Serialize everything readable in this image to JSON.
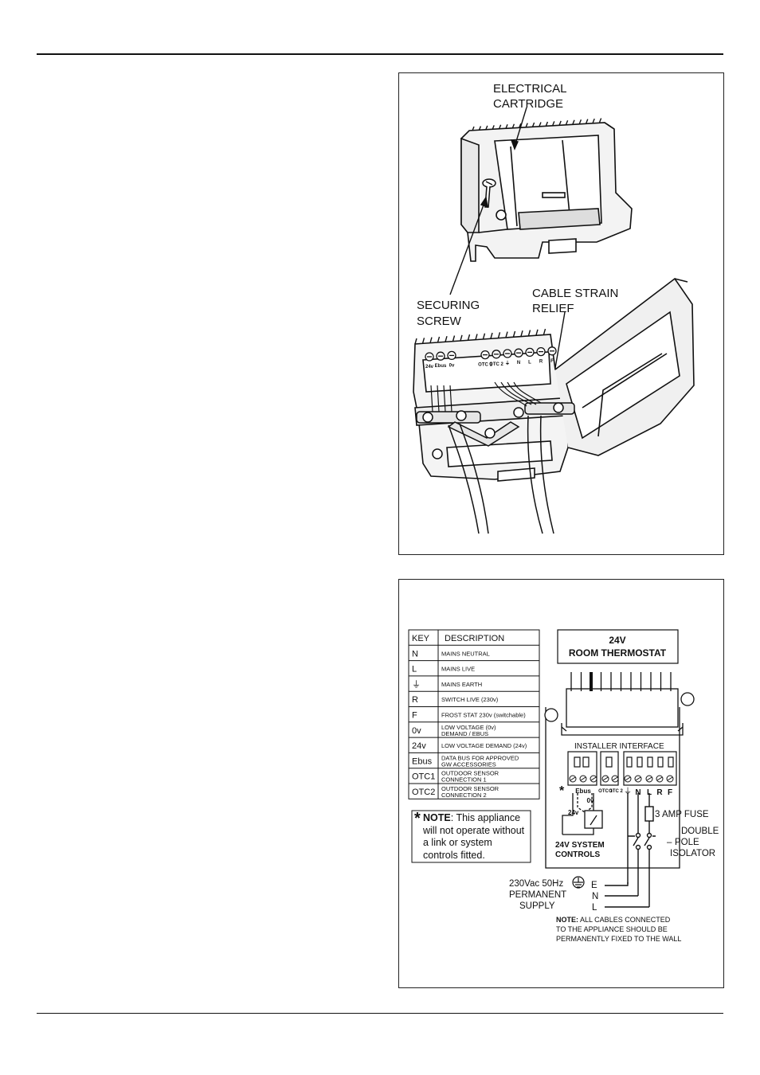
{
  "figure1": {
    "labels": {
      "electrical_cartridge": [
        "ELECTRICAL",
        "CARTRIDGE"
      ],
      "securing_screw": [
        "SECURING",
        "SCREW"
      ],
      "cable_strain_relief": [
        "CABLE STRAIN",
        "RELIEF"
      ]
    },
    "terminal_labels": [
      "24v",
      "Ebus",
      "0v",
      "OTC 1",
      "OTC 2",
      "⏚",
      "N",
      "L",
      "R",
      "F"
    ]
  },
  "figure2": {
    "key_table": {
      "headers": [
        "KEY",
        "DESCRIPTION"
      ],
      "rows": [
        {
          "key": "N",
          "desc": [
            "MAINS NEUTRAL"
          ]
        },
        {
          "key": "L",
          "desc": [
            "MAINS LIVE"
          ]
        },
        {
          "key": "⏚",
          "desc": [
            "MAINS EARTH"
          ]
        },
        {
          "key": "R",
          "desc": [
            "SWITCH LIVE (230v)"
          ]
        },
        {
          "key": "F",
          "desc": [
            "FROST STAT 230v (switchable)"
          ]
        },
        {
          "key": "0v",
          "desc": [
            "LOW VOLTAGE (0v)",
            "DEMAND / EBUS"
          ]
        },
        {
          "key": "24v",
          "desc": [
            "LOW VOLTAGE DEMAND (24v)"
          ]
        },
        {
          "key": "Ebus",
          "desc": [
            "DATA BUS FOR APPROVED",
            "GW ACCESSORIES"
          ]
        },
        {
          "key": "OTC1",
          "desc": [
            "OUTDOOR SENSOR",
            "CONNECTION 1"
          ]
        },
        {
          "key": "OTC2",
          "desc": [
            "OUTDOOR SENSOR",
            "CONNECTION 2"
          ]
        }
      ]
    },
    "appliance_note": {
      "star": "*",
      "bold": "NOTE",
      "lines": [
        ": This appliance",
        "will not operate without",
        "a link or system",
        "controls fitted."
      ]
    },
    "thermostat_box": [
      "24V",
      "ROOM THERMOSTAT"
    ],
    "installer_interface": "INSTALLER INTERFACE",
    "terminals": [
      "Ebus",
      "0v",
      "OTC 1",
      "OTC 2",
      "⏚",
      "N",
      "L",
      "R",
      "F"
    ],
    "star": "*",
    "label_24v": "24v",
    "system_controls": [
      "24V SYSTEM",
      "CONTROLS"
    ],
    "fuse": "3 AMP FUSE",
    "isolator": [
      "DOUBLE",
      "POLE",
      "ISOLATOR"
    ],
    "supply": [
      "230Vac 50Hz",
      "PERMANENT",
      "SUPPLY"
    ],
    "supply_lines": [
      "E",
      "N",
      "L"
    ],
    "cable_note": {
      "bold": "NOTE:",
      "lines": [
        " ALL CABLES CONNECTED",
        "TO THE APPLIANCE SHOULD BE",
        "PERMANENTLY FIXED TO THE WALL"
      ]
    }
  }
}
